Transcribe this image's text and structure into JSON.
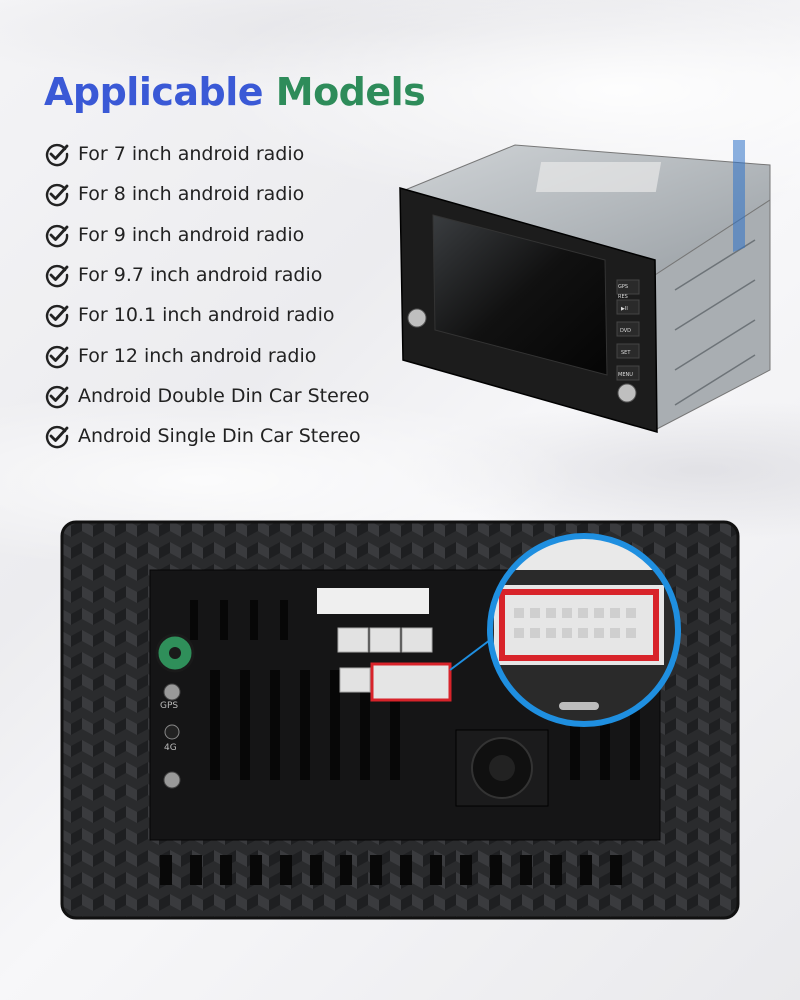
{
  "title": {
    "word1": "Applicable",
    "word2": "Models"
  },
  "colors": {
    "title_word1": "#3a59d6",
    "title_word2": "#2e8c5a",
    "highlight": "#d8232a",
    "zoom_ring": "#1f8fe0"
  },
  "models": [
    "For 7 inch android radio",
    "For 8 inch android radio",
    "For 9 inch android radio",
    "For 9.7 inch android radio",
    "For 10.1 inch android radio",
    "For 12 inch android radio",
    "Android Double Din Car Stereo",
    "Android Single Din Car Stereo"
  ],
  "icons": {
    "list_bullet": "check-circle-icon"
  },
  "stereo_panel": {
    "button_labels": [
      "GPS",
      "RES",
      "▶II",
      "DVD",
      "SET",
      "MENU"
    ]
  },
  "rear_panel": {
    "port_labels": [
      "GPS",
      "4G"
    ]
  }
}
